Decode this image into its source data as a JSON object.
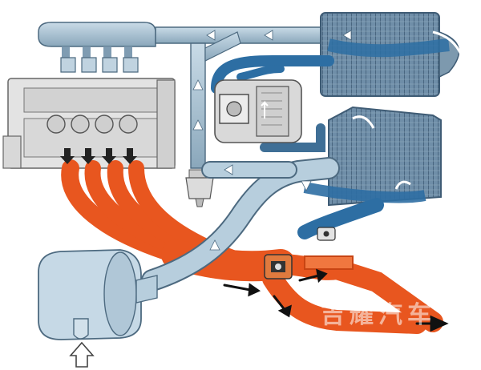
{
  "watermark": "吉耀汽车",
  "colors": {
    "intake_air": "#a9c4d6",
    "hot_exhaust": "#e8561f",
    "cooling": "#2d6ea3",
    "engine_block": "#e3e3e3",
    "arrows": "#222222"
  },
  "components": [
    "engine-block",
    "intake-manifold",
    "exhaust-manifold",
    "air-filter",
    "turbocharger",
    "upper-intercooler",
    "lower-intercooler",
    "wastegate",
    "oil-filter",
    "exhaust-pipe"
  ],
  "icons": [
    "inlet-arrow-icon",
    "flow-arrow-icon",
    "exhaust-arrow-icon"
  ]
}
